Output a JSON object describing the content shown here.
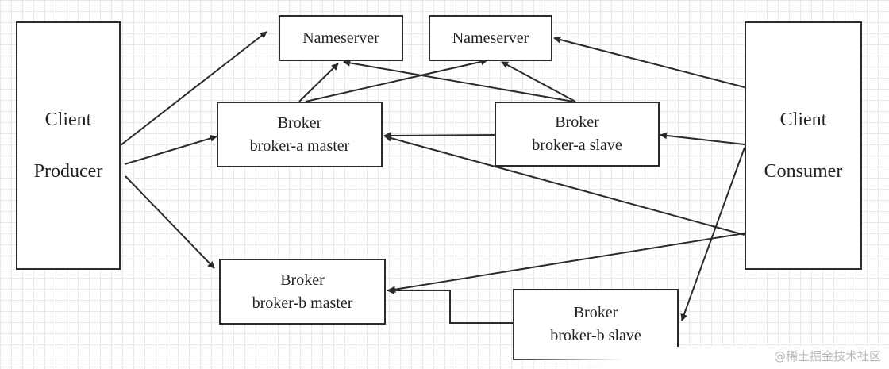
{
  "nodes": {
    "producer": {
      "line1": "Client",
      "line2": "Producer"
    },
    "consumer": {
      "line1": "Client",
      "line2": "Consumer"
    },
    "nameserver_1": {
      "label": "Nameserver"
    },
    "nameserver_2": {
      "label": "Nameserver"
    },
    "broker_a_master": {
      "line1": "Broker",
      "line2": "broker-a master"
    },
    "broker_a_slave": {
      "line1": "Broker",
      "line2": "broker-a slave"
    },
    "broker_b_master": {
      "line1": "Broker",
      "line2": "broker-b master"
    },
    "broker_b_slave": {
      "line1": "Broker",
      "line2": "broker-b slave"
    }
  },
  "watermark": "@稀土掘金技术社区",
  "colors": {
    "line": "#2b2b2b",
    "grid": "#e9e9e9",
    "background": "#ffffff"
  }
}
